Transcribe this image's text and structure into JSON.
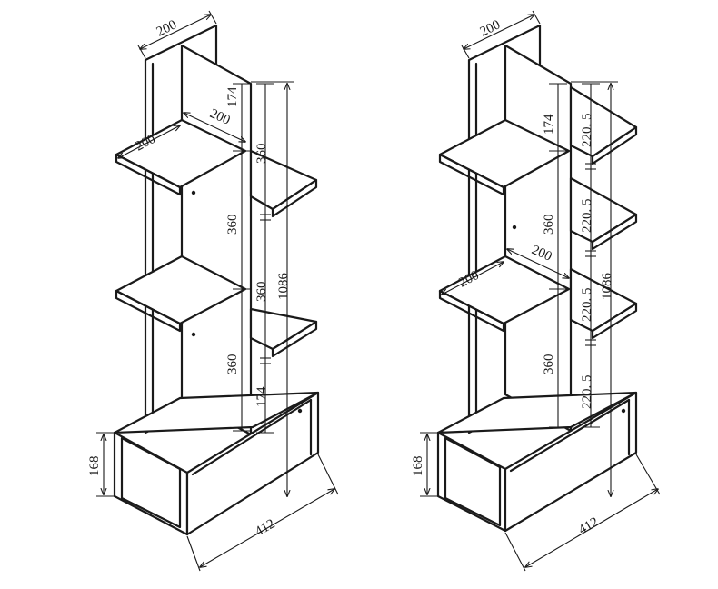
{
  "figures": [
    {
      "dims": {
        "top_width": "200",
        "shelf_width_a": "200",
        "shelf_width_b": "200",
        "top_gap": "174",
        "gap_right_1": "360",
        "gap_left_1": "360",
        "gap_right_2": "360",
        "gap_left_2": "360",
        "bottom_gap": "174",
        "total_height": "1086",
        "base_height": "168",
        "base_width": "412"
      }
    },
    {
      "dims": {
        "top_width": "200",
        "top_gap": "174",
        "shelf_width_a": "200",
        "shelf_width_b": "200",
        "gap_left_1": "360",
        "gap_left_2": "360",
        "right_gap_1": "220. 5",
        "right_gap_2": "220. 5",
        "right_gap_3": "220. 5",
        "right_gap_4": "220. 5",
        "total_height": "1086",
        "base_height": "168",
        "base_width": "412"
      }
    }
  ]
}
